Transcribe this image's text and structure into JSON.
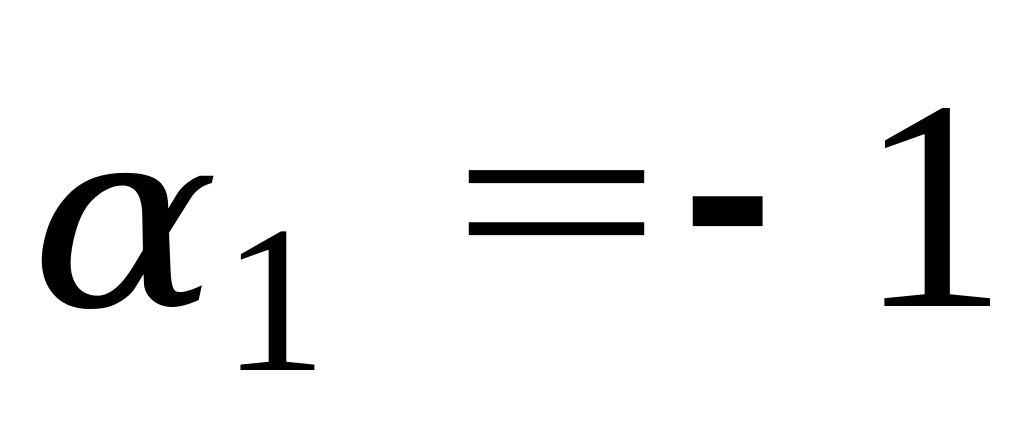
{
  "equation": {
    "variable": "α",
    "subscript": "1",
    "operator": "=",
    "sign": "-",
    "value": "1"
  },
  "colors": {
    "text": "#000000",
    "background": "#ffffff"
  }
}
